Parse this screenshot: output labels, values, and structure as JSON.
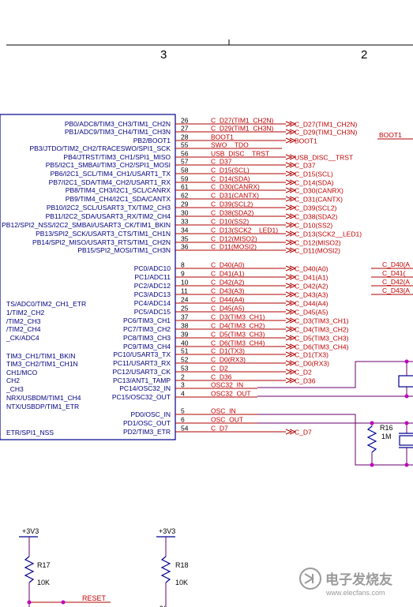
{
  "frame": {
    "col_left": "3",
    "col_right": "2"
  },
  "colors": {
    "wire": "#b00000",
    "pin_text": "#000080",
    "net_text": "#c00000",
    "rail": "#6a006a",
    "body": "#000090",
    "watermark": "#9a9a9a"
  },
  "pins": [
    {
      "label": "PB0/ADC8/TIM3_CH3/TIM1_CH2N",
      "num": "26",
      "net": "C_D27(TIM1_CH2N)",
      "port": "C_D27(TIM1_CH2N)"
    },
    {
      "label": "PB1/ADC9/TIM3_CH4/TIM1_CH3N",
      "num": "27",
      "net": "C_D29(TIM1_CH3N)",
      "port": "C_D29(TIM1_CH3N)"
    },
    {
      "label": "PB2/BOOT1",
      "num": "28",
      "net": "BOOT1",
      "port": "BOOT1"
    },
    {
      "label": "PB3/JTDO/TIM2_CH2/TRACESWO/SPI1_SCK",
      "num": "55",
      "net": "SWO__TDO",
      "port": ""
    },
    {
      "label": "PB4/JTRST/TIM3_CH1/SPI1_MISO",
      "num": "56",
      "net": "USB_DISC__TRST",
      "port": "USB_DISC__TRST"
    },
    {
      "label": "PB5/I2C1_SMBAI/TIM3_CH2/SPI1_MOSI",
      "num": "57",
      "net": "C_D37",
      "port": "C_D37"
    },
    {
      "label": "PB6/I2C1_SCL/TIM4_CH1/USART1_TX",
      "num": "58",
      "net": "C_D15(SCL)",
      "port": "C_D15(SCL)"
    },
    {
      "label": "PB7/I2C1_SDA/TIM4_CH2/USART1_RX",
      "num": "59",
      "net": "C_D14(SDA)",
      "port": "C_D14(SDA)"
    },
    {
      "label": "PB8/TIM4_CH3/I2C1_SCL/CANRX",
      "num": "61",
      "net": "C_D30(CANRX)",
      "port": "C_D30(CANRX)"
    },
    {
      "label": "PB9/TIM4_CH4/I2C1_SDA/CANTX",
      "num": "62",
      "net": "C_D31(CANTX)",
      "port": "C_D31(CANTX)"
    },
    {
      "label": "PB10/I2C2_SCL/USART3_TX/TIM2_CH3",
      "num": "29",
      "net": "C_D39(SCL2)",
      "port": "C_D39(SCL2)"
    },
    {
      "label": "PB11/I2C2_SDA/USART3_RX/TIM2_CH4",
      "num": "30",
      "net": "C_D38(SDA2)",
      "port": "C_D38(SDA2)"
    },
    {
      "label": "PB12/SPI2_NSS/I2C2_SMBAI/USART3_CK/TIM1_BKIN",
      "num": "33",
      "net": "C_D10(SS2)",
      "port": "C_D10(SS2)"
    },
    {
      "label": "PB13/SPI2_SCK/USART3_CTS/TIM1_CH1N",
      "num": "34",
      "net": "C_D13(SCK2__LED1)",
      "port": "C_D13(SCK2__LED1)"
    },
    {
      "label": "PB14/SPI2_MISO/USART3_RTS/TIM1_CH2N",
      "num": "35",
      "net": "C_D12(MISO2)",
      "port": "C_D12(MISO2)"
    },
    {
      "label": "PB15/SPI2_MOSI/TIM1_CH3N",
      "num": "36",
      "net": "C_D11(MOSI2)",
      "port": "C_D11(MOSI2)"
    },
    {
      "label": "PC0/ADC10",
      "num": "8",
      "net": "C_D40(A0)",
      "port": "C_D40(A0)"
    },
    {
      "label": "PC1/ADC11",
      "num": "9",
      "net": "C_D41(A1)",
      "port": "C_D41(A1)"
    },
    {
      "label": "PC2/ADC12",
      "num": "10",
      "net": "C_D42(A2)",
      "port": "C_D42(A2)"
    },
    {
      "label": "PC3/ADC13",
      "num": "11",
      "net": "C_D43(A3)",
      "port": "C_D43(A3)"
    },
    {
      "label": "PC4/ADC14",
      "num": "24",
      "net": "C_D44(A4)",
      "port": "C_D44(A4)"
    },
    {
      "label": "PC5/ADC15",
      "num": "25",
      "net": "C_D45(A5)",
      "port": "C_D45(A5)"
    },
    {
      "label": "PC6/TIM3_CH1",
      "num": "37",
      "net": "C_D3(TIM3_CH1)",
      "port": "C_D3(TIM3_CH1)"
    },
    {
      "label": "PC7/TIM3_CH2",
      "num": "38",
      "net": "C_D4(TIM3_CH2)",
      "port": "C_D4(TIM3_CH2)"
    },
    {
      "label": "PC8/TIM3_CH3",
      "num": "39",
      "net": "C_D5(TIM3_CH3)",
      "port": "C_D5(TIM3_CH3)"
    },
    {
      "label": "PC9/TIM3_CH4",
      "num": "40",
      "net": "C_D6(TIM3_CH4)",
      "port": "C_D6(TIM3_CH4)"
    },
    {
      "label": "PC10/USART3_TX",
      "num": "51",
      "net": "C_D1(TX3)",
      "port": "C_D1(TX3)"
    },
    {
      "label": "PC11/USART3_RX",
      "num": "52",
      "net": "C_D0(RX3)",
      "port": "C_D0(RX3)"
    },
    {
      "label": "PC12/USART3_CK",
      "num": "53",
      "net": "C_D2",
      "port": "C_D2"
    },
    {
      "label": "PC13/ANT1_TAMP",
      "num": "2",
      "net": "C_D36",
      "port": "C_D36"
    },
    {
      "label": "PC14/OSC32_IN",
      "num": "3",
      "net": "OSC32_IN",
      "port": ""
    },
    {
      "label": "PC15/OSC32_OUT",
      "num": "4",
      "net": "OSC32_OUT",
      "port": ""
    },
    {
      "label": "PD0/OSC_IN",
      "num": "5",
      "net": "OSC_IN",
      "port": ""
    },
    {
      "label": "PD1/OSC_OUT",
      "num": "6",
      "net": "OSC_OUT",
      "port": ""
    },
    {
      "label": "PD2/TIM3_ETR",
      "num": "54",
      "net": "C_D7",
      "port": "C_D7"
    }
  ],
  "left_labels": [
    "TS/ADC0/TIM2_CH1_ETR",
    "1/TIM2_CH2",
    "/TIM2_CH3",
    "/TIM2_CH4",
    "_CK/ADC4",
    "TIM3_CH1/TIM1_BKIN",
    "TIM3_CH2/TIM1_CH1N",
    "CH1/MCO",
    "CH2",
    "_CH3",
    "NRX/USBDM/TIM1_CH4",
    "NTX/USBDP/TIM1_ETR",
    "ETR/SPI1_NSS"
  ],
  "right_nets": {
    "boot1": "BOOT1",
    "d40": "C_D40(A",
    "d41": "C_D41(",
    "d42": "C_D42(A",
    "d43": "C_D43(A"
  },
  "r16": {
    "ref": "R16",
    "value": "1M"
  },
  "r17": {
    "ref": "R17",
    "value": "10K",
    "rail": "+3V3"
  },
  "r18": {
    "ref": "R18",
    "value": "10K",
    "rail": "+3V3"
  },
  "reset_net": "RESET",
  "partial_num": "2",
  "watermark": "电子发烧友",
  "watermark_url": "www.elecfans.com"
}
